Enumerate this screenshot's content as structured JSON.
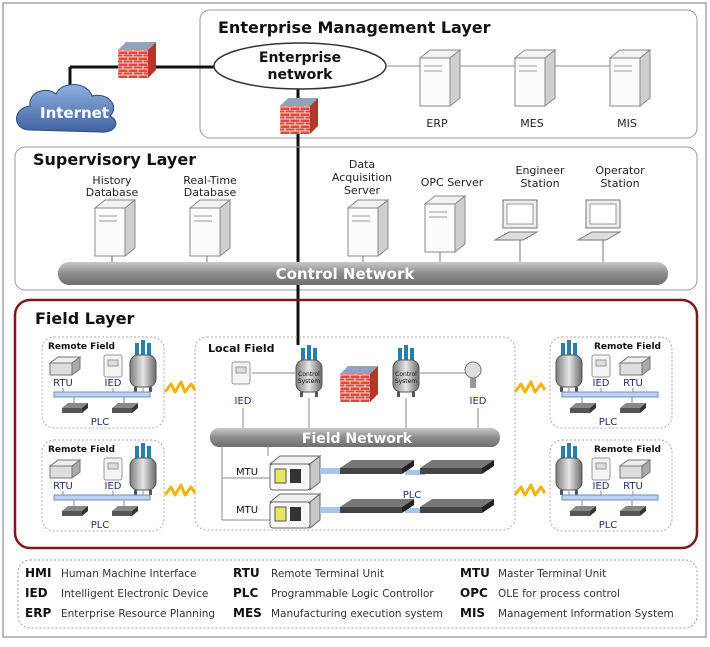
{
  "enterprise": {
    "title": "Enterprise Management Layer",
    "network_line1": "Enterprise",
    "network_line2": "network",
    "internet": "Internet",
    "servers": [
      "ERP",
      "MES",
      "MIS"
    ]
  },
  "supervisory": {
    "title": "Supervisory Layer",
    "history_db": [
      "History",
      "Database"
    ],
    "realtime_db": [
      "Real-Time",
      "Database"
    ],
    "daq_server": [
      "Data",
      "Acquisition",
      "Server"
    ],
    "opc_server": "OPC Server",
    "engineer_station": [
      "Engineer",
      "Station"
    ],
    "operator_station": [
      "Operator",
      "Station"
    ],
    "control_network": "Control Network"
  },
  "field": {
    "title": "Field Layer",
    "remote_field": "Remote Field",
    "local_field": "Local Field",
    "rtu": "RTU",
    "ied": "IED",
    "plc": "PLC",
    "mtu": "MTU",
    "control_system": [
      "Control",
      "System"
    ],
    "field_network": "Field Network"
  },
  "legend": [
    {
      "abbr": "HMI",
      "text": "Human Machine Interface"
    },
    {
      "abbr": "RTU",
      "text": "Remote Terminal Unit"
    },
    {
      "abbr": "MTU",
      "text": "Master Terminal Unit"
    },
    {
      "abbr": "IED",
      "text": "Intelligent Electronic Device"
    },
    {
      "abbr": "PLC",
      "text": "Programmable Logic Controllor"
    },
    {
      "abbr": "OPC",
      "text": "OLE for process control"
    },
    {
      "abbr": "ERP",
      "text": "Enterprise Resource Planning"
    },
    {
      "abbr": "MES",
      "text": "Manufacturing execution system"
    },
    {
      "abbr": "MIS",
      "text": "Management Information System"
    }
  ],
  "colors": {
    "field_border": "#7a1a1a",
    "pipe": "#8a8a8a",
    "firewall": "#d9453a",
    "cloud": "#5b7fb8",
    "wireless": "#f2b400"
  }
}
